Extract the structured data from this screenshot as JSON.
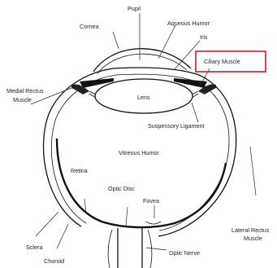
{
  "diagram": {
    "labels": {
      "pupil": "Pupil",
      "cornea": "Cornea",
      "aqueous_humor": "Aqueous Humor",
      "iris": "Iris",
      "ciliary_muscle": "Ciliary Muscle",
      "medial_rectus_line1": "Medial Rectus",
      "medial_rectus_line2": "Muscle",
      "lens": "Lens",
      "suspensory_ligament": "Suspensory Ligament",
      "vitreous_humor": "Vitreous Humor",
      "retina": "Retina",
      "optic_disc": "Optic Disc",
      "fovea": "Fovea",
      "lateral_rectus_line1": "Lateral Rectus",
      "lateral_rectus_line2": "Muscle",
      "sclera": "Sclera",
      "choroid": "Choroid",
      "optic_nerve": "Optic Nerve"
    },
    "highlight_color": "#e0102a"
  }
}
